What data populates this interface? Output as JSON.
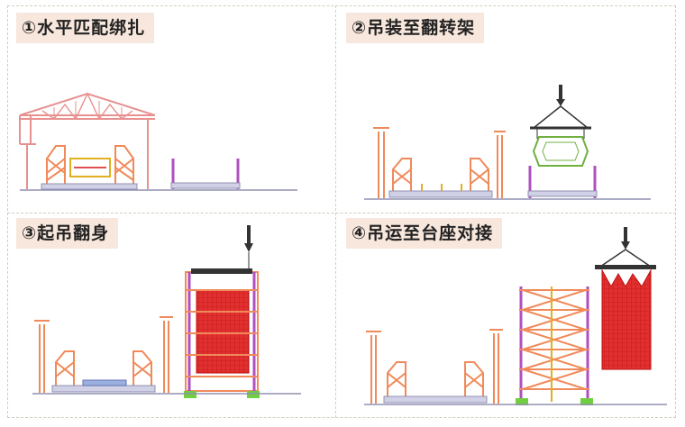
{
  "steps": [
    {
      "label": "①水平匹配绑扎"
    },
    {
      "label": "②吊装至翻转架"
    },
    {
      "label": "③起吊翻身"
    },
    {
      "label": "④吊运至台座对接"
    }
  ],
  "colors": {
    "frame_orange": "#f08a5a",
    "truss_pink": "#e89090",
    "post_purple": "#b050c0",
    "cage_red": "#e02020",
    "ground": "#9090b0",
    "pad_green": "#6fcf3f",
    "hook_dark": "#333333",
    "label_bg": "#f8e7dc"
  }
}
